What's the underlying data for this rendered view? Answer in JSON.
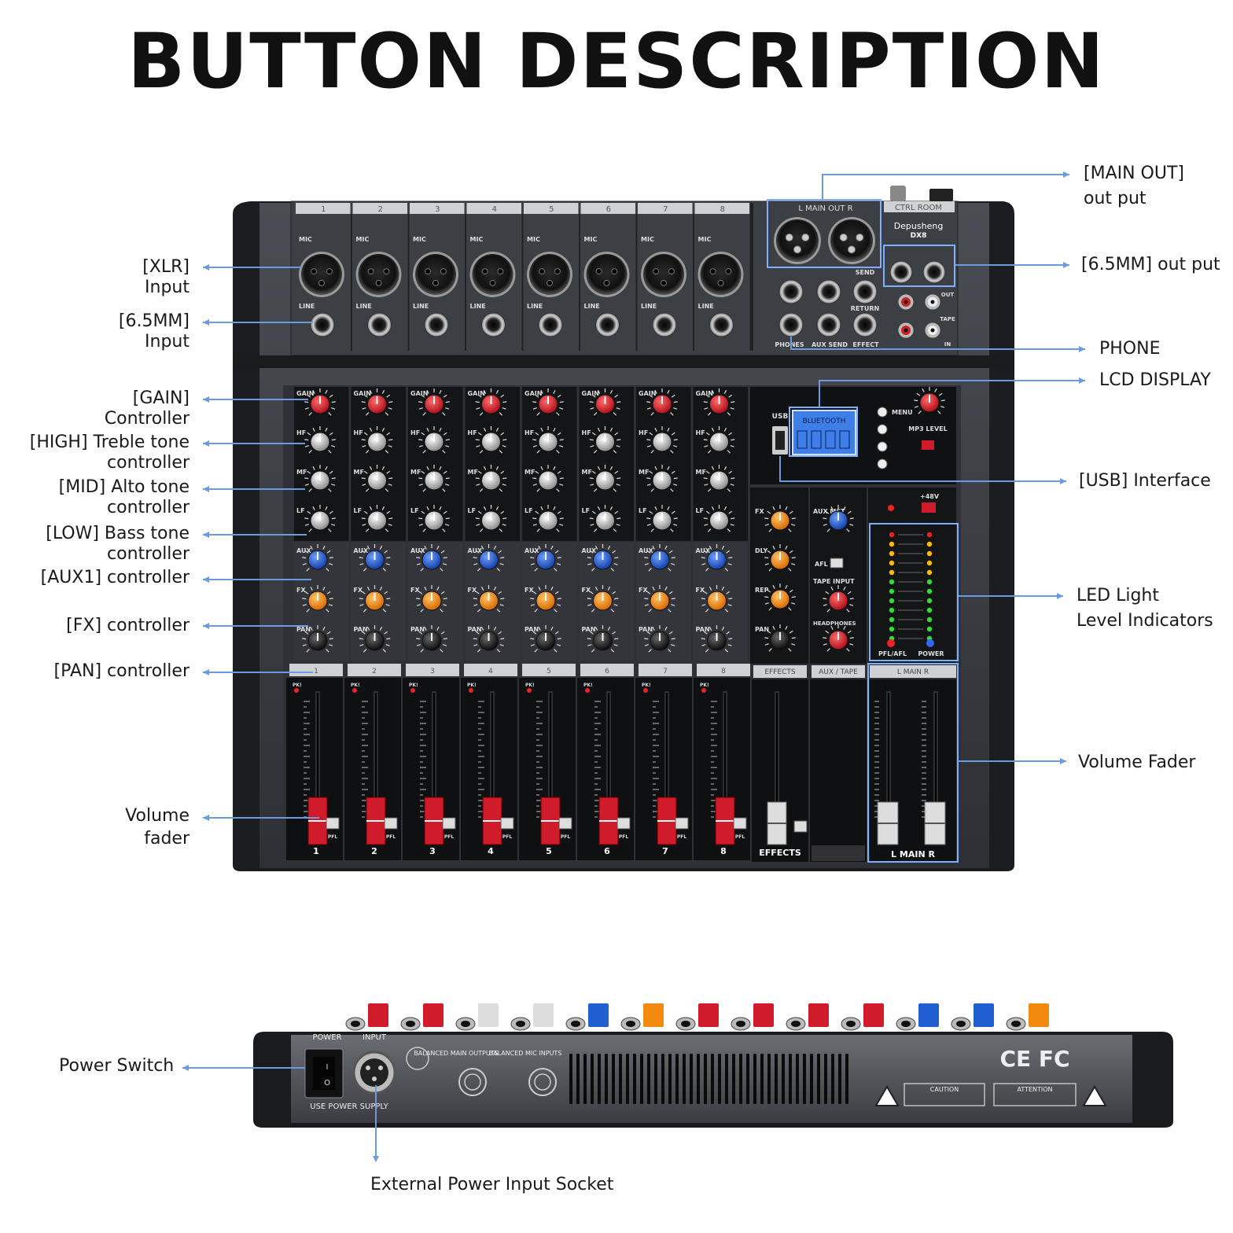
{
  "title": "BUTTON DESCRIPTION",
  "brand": {
    "name": "Depusheng",
    "model": "DX8"
  },
  "channels": [
    "1",
    "2",
    "3",
    "4",
    "5",
    "6",
    "7",
    "8"
  ],
  "panel_text": {
    "main_out": "L MAIN OUT R",
    "ctrl_room": "CTRL ROOM",
    "mic": "MIC",
    "line": "LINE",
    "gain": "GAIN",
    "hf": "HF",
    "mf": "MF",
    "lf": "LF",
    "aux": "AUX",
    "fx": "FX",
    "pan": "PAN",
    "pfl": "PFL",
    "usb": "USB",
    "menu": "MENU",
    "mp3_level": "MP3 LEVEL",
    "effects": "EFFECTS",
    "aux_tape": "AUX / TAPE",
    "main": "L MAIN R",
    "phones": "PHONES",
    "aux_send": "AUX SEND",
    "effect": "EFFECT",
    "send": "SEND",
    "return": "RETURN",
    "tape": "TAPE",
    "out": "OUT",
    "in": "IN",
    "power": "POWER",
    "pfl_afl": "PFL/AFL",
    "plus48v": "+48V",
    "afl": "AFL",
    "tape_input": "TAPE INPUT",
    "headphones": "HEADPHONES",
    "dly": "DLY",
    "rep": "REP",
    "aux_mst": "AUX MST",
    "lcd": "BLUETOOTH",
    "rear_power": "POWER",
    "rear_input": "INPUT",
    "rear_supply": "USE POWER SUPPLY",
    "rear_balanced_out": "BALANCED MAIN OUTPUTS",
    "rear_balanced_in": "BALANCED MIC INPUTS",
    "rear_caution": "CAUTION",
    "rear_attention": "ATTENTION",
    "rear_marks": "CE FC"
  },
  "labels": {
    "main_out": [
      "[MAIN OUT]",
      "out put"
    ],
    "out_65": "[6.5MM] out put",
    "phone": "PHONE",
    "lcd_display": "LCD DISPLAY",
    "usb": "[USB] Interface",
    "led": [
      "LED Light",
      "Level Indicators"
    ],
    "volume_fader_r": "Volume Fader",
    "xlr": [
      "[XLR]",
      "Input"
    ],
    "in_65": [
      "[6.5MM]",
      "Input"
    ],
    "gain": [
      "[GAIN]",
      "Controller"
    ],
    "high": [
      "[HIGH] Treble tone",
      "controller"
    ],
    "mid": [
      "[MID] Alto tone",
      "controller"
    ],
    "low": [
      "[LOW] Bass tone",
      "controller"
    ],
    "aux1": "[AUX1] controller",
    "fx": "[FX] controller",
    "pan": "[PAN] controller",
    "volume_fader_l": [
      "Volume",
      "fader"
    ],
    "power_switch": "Power Switch",
    "ext_power": "External Power Input Socket"
  },
  "colors": {
    "gain_knob": "#d81e2c",
    "eq_knob": "#c8c8c8",
    "aux_knob": "#1f5fd0",
    "fx_knob": "#f28a10",
    "pan_knob": "#1a1a1a",
    "callout_line": "#3a7bd5",
    "panel": "#3a3d42",
    "panel_dark": "#17181a"
  }
}
